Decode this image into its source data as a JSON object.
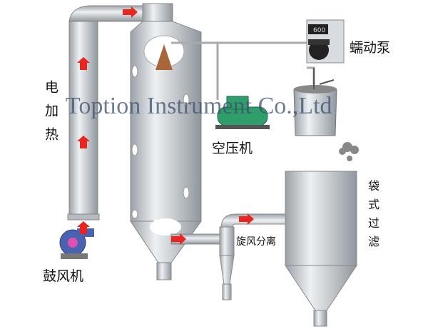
{
  "title": "Spray dryer process diagram",
  "watermark": "Toption Instrument Co.,Ltd",
  "labels": {
    "electric_heater": "电加热",
    "blower": "鼓风机",
    "air_compressor": "空压机",
    "peristaltic_pump": "蠕动泵",
    "cyclone_separator": "旋风分离",
    "bag_filter": "袋式过滤"
  },
  "pump_display": "600",
  "colors": {
    "arrow": "#e8251f",
    "steel": "#c9ced4",
    "compressor": "#2f9e6a"
  }
}
